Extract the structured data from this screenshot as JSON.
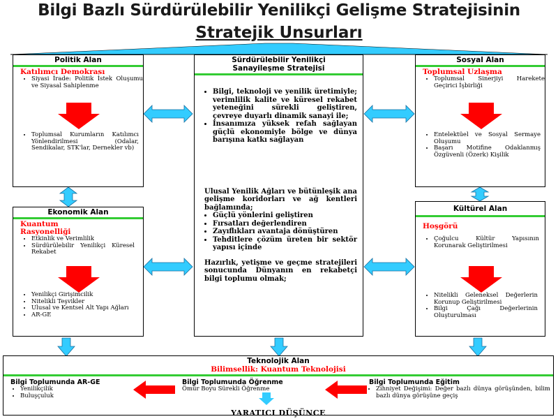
{
  "title": {
    "line1": "Bilgi Bazlı Sürdürülebilir Yenilikçi Gelişme Stratejisinin",
    "line2": "Stratejik Unsurları"
  },
  "politik": {
    "title": "Politik Alan",
    "subtitle": "Katılımcı Demokrası",
    "top_items": [
      "Siyasi İrade: Politik İstek Oluşumu ve Siyasal Sahiplenme"
    ],
    "bottom_items": [
      "Toplumsal Kurumların Katılımcı Yönlendirilmesi (Odalar, Sendikalar, STK'lar, Dernekler vb)"
    ]
  },
  "center": {
    "title_line1": "Sürdürülebilir Yenilikçi",
    "title_line2": "Sanayileşme Stratejisi",
    "items_top": [
      "Bilgi, teknoloji ve yenilik üretimiyle; verimlilik kalite ve küresel rekabet yeteneğini sürekli geliştiren, çevreye duyarlı dinamik sanayi ile;",
      "İnsanımıza yüksek refah sağlayan güçlü ekonomiyle bölge ve dünya barışına katkı sağlayan"
    ],
    "para": "Ulusal Yenilik Ağları ve bütünleşik ana gelişme koridorları ve ağ kentleri bağlamında;",
    "items_mid": [
      "Güçlü yönlerini geliştiren",
      "Fırsatları değerlendiren",
      "Zayıflıkları avantaja dönüştüren",
      "Tehditlere çözüm üreten bir sektör yapısı içinde"
    ],
    "closing": "Hazırlık, yetişme ve geçme stratejileri sonucunda Dünyanın en rekabetçi bilgi toplumu olmak;"
  },
  "sosyal": {
    "title": "Sosyal Alan",
    "subtitle": "Toplumsal Uzlaşma",
    "top_items": [
      "Toplumsal Sinerjiyi Harekete Geçirici İşbirliği"
    ],
    "bottom_items": [
      "Entelektüel ve Sosyal Sermaye Oluşumu",
      "Başarı Motifine Odaklanmış Özgüvenli (Özerk) Kişilik"
    ]
  },
  "ekonomik": {
    "title": "Ekonomik Alan",
    "subtitle": "Kuantum Rasyonelliği",
    "top_items": [
      "Etkinlik ve Verimlilik",
      "Sürdürülebilir Yenilikçi Küresel Rekabet"
    ],
    "bottom_items": [
      "Yenilikçi Girişimcilik",
      "Nitelikli Teşvikler",
      "Ulusal ve Kentsel Alt Yapı Ağları",
      "AR-GE"
    ]
  },
  "kulturel": {
    "title": "Kültürel Alan",
    "subtitle": "Hoşgörü",
    "top_items": [
      "Çoğulcu Kültür Yapısının Korunarak Geliştirilmesi"
    ],
    "bottom_items": [
      "Nitelikli Geleneksel Değerlerin Korunup Geliştirilmesi",
      "Bilgi Çağı Değerlerinin Oluşturulması"
    ]
  },
  "teknolojik": {
    "title": "Teknolojik Alan",
    "subtitle": "Bilimsellik: Kuantum Teknolojisi",
    "col1_title": "Bilgi Toplumunda AR-GE",
    "col1_items": [
      "Yenilikçilik",
      "Buluşçuluk"
    ],
    "col2_title": "Bilgi Toplumunda Öğrenme",
    "col2_items": [
      "Ömür Boyu Sürekli Öğrenme"
    ],
    "col3_title": "Bilgi Toplumunda Eğitim",
    "col3_items": [
      "Zihniyet Değişimi: Değer bazlı dünya görüşünden, bilim bazlı dünya görüşüne geçiş"
    ],
    "footer": "YARATICI DÜŞÜNCE"
  },
  "colors": {
    "accent_green": "#33cc33",
    "arrow_red": "#ff0000",
    "arrow_blue": "#33ccff",
    "subtitle_red": "#ff0000"
  }
}
